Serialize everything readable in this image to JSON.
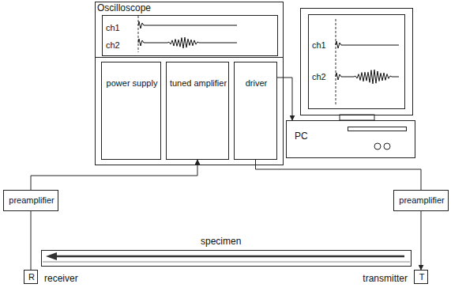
{
  "diagram": {
    "nodes": [
      {
        "text": [
          "Oscilloscope"
        ]
      },
      {
        "text": [
          "ch1",
          "ch2"
        ],
        "in": 0
      },
      {
        "text": [
          "power supply"
        ]
      },
      {
        "text": [
          "tuned amplifier"
        ]
      },
      {
        "text": [
          "driver"
        ]
      },
      {
        "text": [
          "ch1",
          "ch2"
        ]
      },
      {
        "text": [
          "PC"
        ]
      },
      {
        "text": [
          "preamplifier"
        ]
      },
      {
        "text": [
          "preamplifier"
        ]
      },
      {
        "text": [
          "R"
        ]
      },
      {
        "text": [
          "T"
        ]
      }
    ],
    "edges": [
      {
        "from": 7,
        "to": 3,
        "arrow": "to"
      },
      {
        "from": 4,
        "to": 8,
        "arrow": "none"
      },
      {
        "from": 8,
        "to": 10,
        "arrow": "to"
      },
      {
        "from": 9,
        "to": 7,
        "arrow": "none"
      },
      {
        "from": 4,
        "to": 6,
        "arrow": "to"
      }
    ],
    "labels": [
      "specimen",
      "receiver",
      "transmitter"
    ]
  }
}
